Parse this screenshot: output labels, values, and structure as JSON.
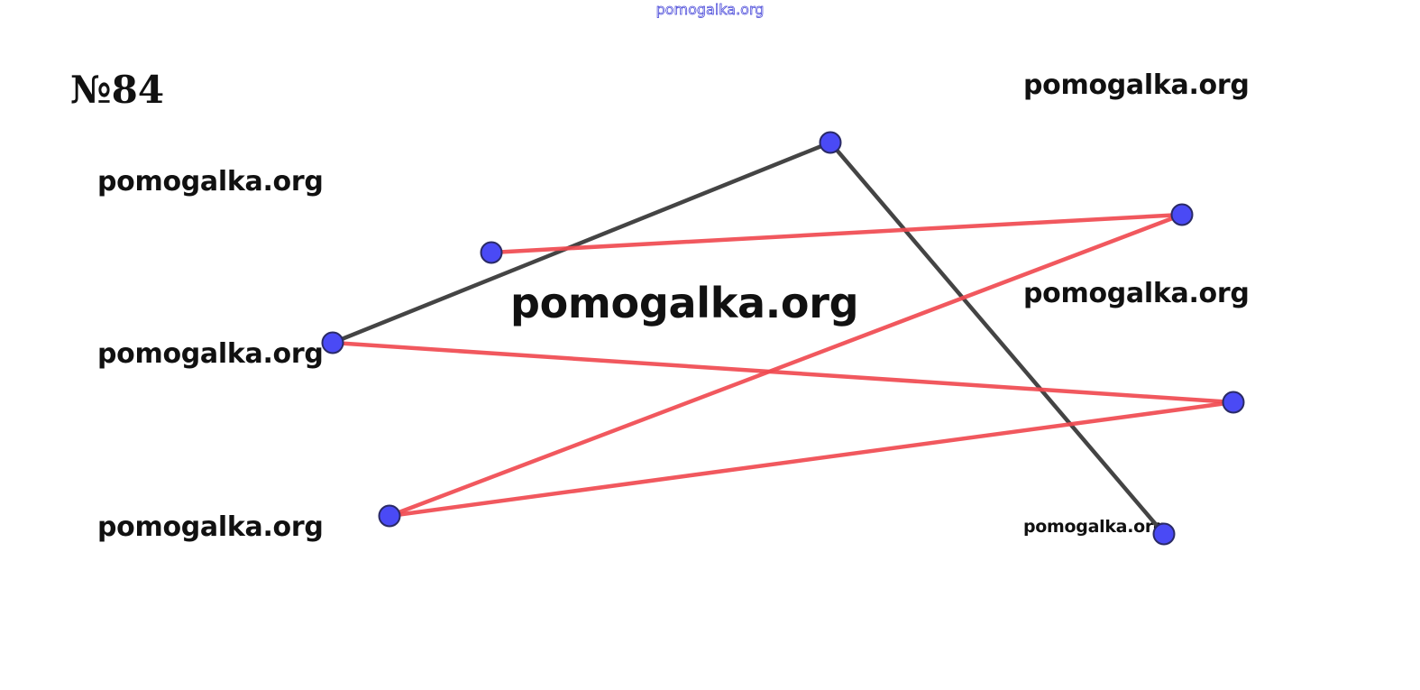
{
  "header": {
    "watermark": "pomogalka.org"
  },
  "problem": {
    "number": "№84"
  },
  "labels": {
    "top_right": "pomogalka.org",
    "left_1": "pomogalka.org",
    "center": "pomogalka.org",
    "right_mid": "pomogalka.org",
    "left_2": "pomogalka.org",
    "left_3": "pomogalka.org",
    "bottom_right": "pomogalka.org"
  },
  "colors": {
    "point_fill": "#4a4af5",
    "point_stroke": "#2a2a66",
    "segment_black": "#444444",
    "segment_red": "#f04a50",
    "watermark_outline": "#3b3bd6"
  }
}
